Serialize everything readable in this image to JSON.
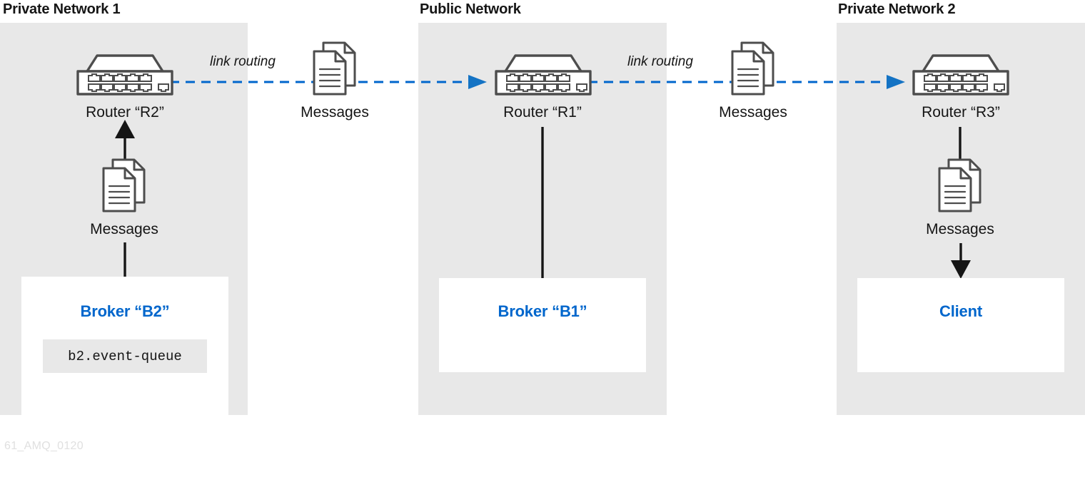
{
  "diagram": {
    "footer_id": "61_AMQ_0120",
    "colors": {
      "panel_bg": "#e8e8e8",
      "link_blue": "#0066cc",
      "text_dark": "#151515",
      "router_stroke": "#4d4d4d",
      "footer_gray": "#e0e0e0"
    },
    "panels": [
      {
        "heading": "Private Network 1"
      },
      {
        "heading": "Public Network"
      },
      {
        "heading": "Private Network 2"
      }
    ],
    "routers": [
      {
        "label": "Router “R2”"
      },
      {
        "label": "Router “R1”"
      },
      {
        "label": "Router “R3”"
      }
    ],
    "endpoints": [
      {
        "title": "Broker “B2”",
        "queue": "b2.event-queue"
      },
      {
        "title": "Broker “B1”",
        "queue": null
      },
      {
        "title": "Client",
        "queue": null
      }
    ],
    "messages_labels": [
      {
        "label": "Messages"
      },
      {
        "label": "Messages"
      },
      {
        "label": "Messages"
      },
      {
        "label": "Messages"
      }
    ],
    "link_routing_labels": [
      {
        "label": "link routing"
      },
      {
        "label": "link routing"
      }
    ]
  }
}
